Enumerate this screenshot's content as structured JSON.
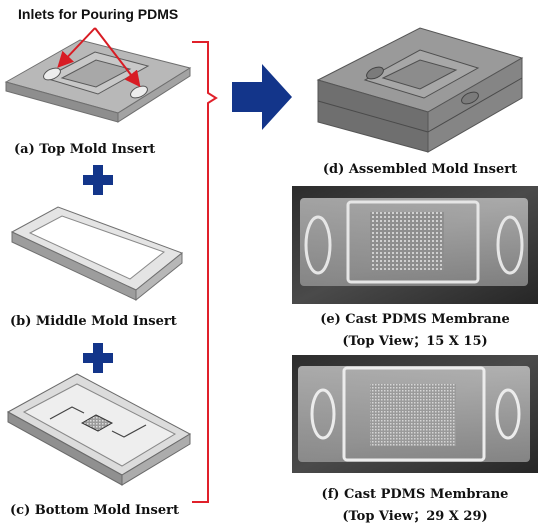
{
  "inlets_callout": "Inlets for Pouring PDMS",
  "labels": {
    "a": "(a) Top Mold Insert",
    "b": "(b) Middle Mold Insert",
    "c": "(c) Bottom Mold Insert",
    "d": "(d) Assembled Mold Insert",
    "e_line1": "(e) Cast PDMS Membrane",
    "e_line2": "(Top View；15 X 15)",
    "f_line1": "(f) Cast PDMS Membrane",
    "f_line2": "(Top View；29 X 29)"
  },
  "colors": {
    "plus": "#13358a",
    "arrow": "#13358a",
    "bracket": "#e0202a",
    "callout_arrow": "#d81c24"
  }
}
